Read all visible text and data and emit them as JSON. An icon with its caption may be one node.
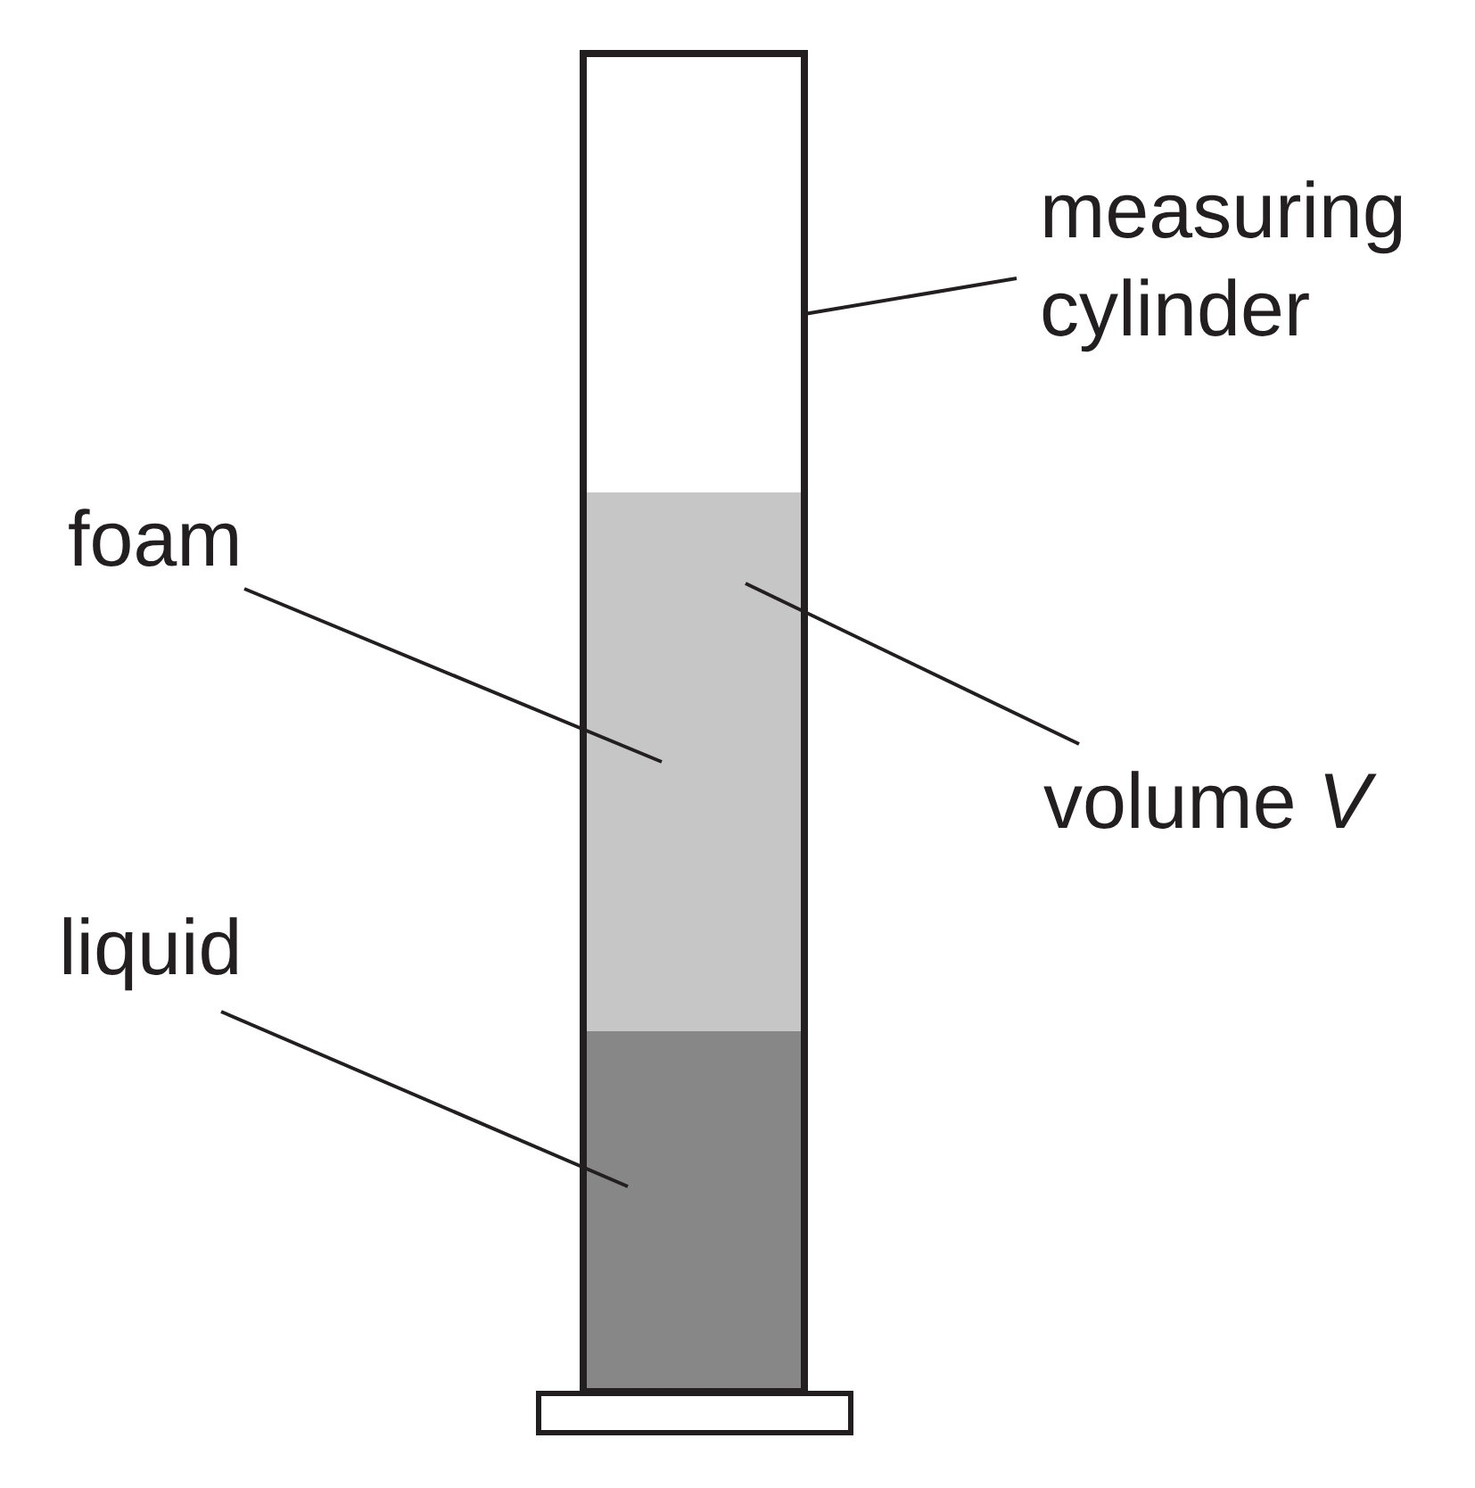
{
  "diagram": {
    "nodes": [
      {
        "text": [],
        "shape": "box"
      },
      {
        "text": [
          "measuring cylinder"
        ]
      },
      {
        "text": [
          "foam"
        ]
      },
      {
        "text": [],
        "shape": "box",
        "in": 0
      },
      {
        "text": [
          "volume *V*"
        ]
      },
      {
        "text": [
          "liquid"
        ]
      },
      {
        "text": [],
        "shape": "box",
        "in": 0
      }
    ],
    "edges": [
      {
        "from": 1,
        "to": 0,
        "arrow": "none"
      },
      {
        "from": 2,
        "to": 3,
        "arrow": "none"
      },
      {
        "from": 4,
        "to": 3,
        "arrow": "none"
      },
      {
        "from": 5,
        "to": 6,
        "arrow": "none"
      }
    ]
  }
}
